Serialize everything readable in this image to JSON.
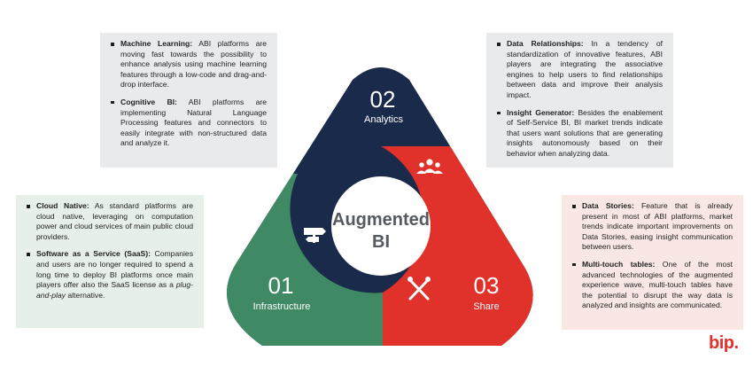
{
  "diagram": {
    "center": {
      "line1": "Augmented",
      "line2": "BI"
    },
    "segments": [
      {
        "number": "02",
        "label": "Analytics",
        "color": "#1a2a4a"
      },
      {
        "number": "01",
        "label": "Infrastructure",
        "color": "#3f8a64"
      },
      {
        "number": "03",
        "label": "Share",
        "color": "#e0312a"
      }
    ]
  },
  "boxes": {
    "analytics_left": [
      {
        "title": "Machine Learning:",
        "text": " ABI platforms are moving fast towards the possibility to enhance analysis using machine learning features through a low-code and drag-and-drop interface."
      },
      {
        "title": "Cognitive BI:",
        "text": " ABI platforms are implementing Natural Language Processing features and connectors to easily integrate with non-structured data and analyze it."
      }
    ],
    "analytics_right": [
      {
        "title": "Data Relationships:",
        "text": " In a tendency of standardization of innovative features, ABI players are integrating the associative engines to help users to find relationships between data and improve their analysis impact."
      },
      {
        "title": "Insight Generator:",
        "text": " Besides the enablement of Self-Service BI, BI market trends indicate that users want solutions that are generating insights autonomously based on their behavior when analyzing data."
      }
    ],
    "infrastructure": [
      {
        "title": "Cloud Native:",
        "text": " As standard platforms are cloud native, leveraging on computation power and cloud services of main public cloud providers."
      },
      {
        "title": "Software as a Service (SaaS):",
        "text": " Companies and users are no longer required to spend a long time to deploy BI platforms once main players offer also the SaaS license as a ",
        "italic": "plug-and-play",
        "after": " alternative."
      }
    ],
    "share": [
      {
        "title": "Data Stories:",
        "text": " Feature that is already present in most of ABI platforms, market trends indicate important improvements on Data Stories, easing insight communication between users."
      },
      {
        "title": "Multi-touch tables:",
        "text": " One of the most advanced technologies of the augmented experience wave, multi-touch tables have the potential to disrupt the way data is analyzed and insights are communicated."
      }
    ]
  },
  "logo": "bip.",
  "icons": {
    "analytics": "signpost-icon",
    "share": "people-group-icon",
    "infrastructure": "tools-icon"
  }
}
